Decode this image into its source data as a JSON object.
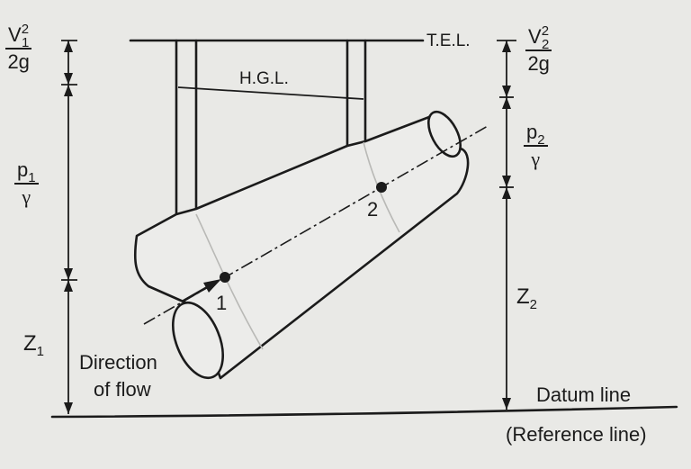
{
  "labels": {
    "tel": "T.E.L.",
    "hgl": "H.G.L.",
    "point1": "1",
    "point2": "2",
    "direction_line1": "Direction",
    "direction_line2": "of flow",
    "datum": "Datum line",
    "reference": "(Reference line)"
  },
  "left_heads": {
    "velocity": {
      "num_base": "V",
      "num_sup": "2",
      "num_sub": "1",
      "den": "2g"
    },
    "pressure": {
      "num_base": "p",
      "num_sub": "1",
      "den": "γ"
    },
    "elevation": {
      "base": "Z",
      "sub": "1"
    }
  },
  "right_heads": {
    "velocity": {
      "num_base": "V",
      "num_sup": "2",
      "num_sub": "2",
      "den": "2g"
    },
    "pressure": {
      "num_base": "p",
      "num_sub": "2",
      "den": "γ"
    },
    "elevation": {
      "base": "Z",
      "sub": "2"
    }
  },
  "colors": {
    "ink": "#1b1b1b",
    "paper": "#e9e9e6"
  }
}
